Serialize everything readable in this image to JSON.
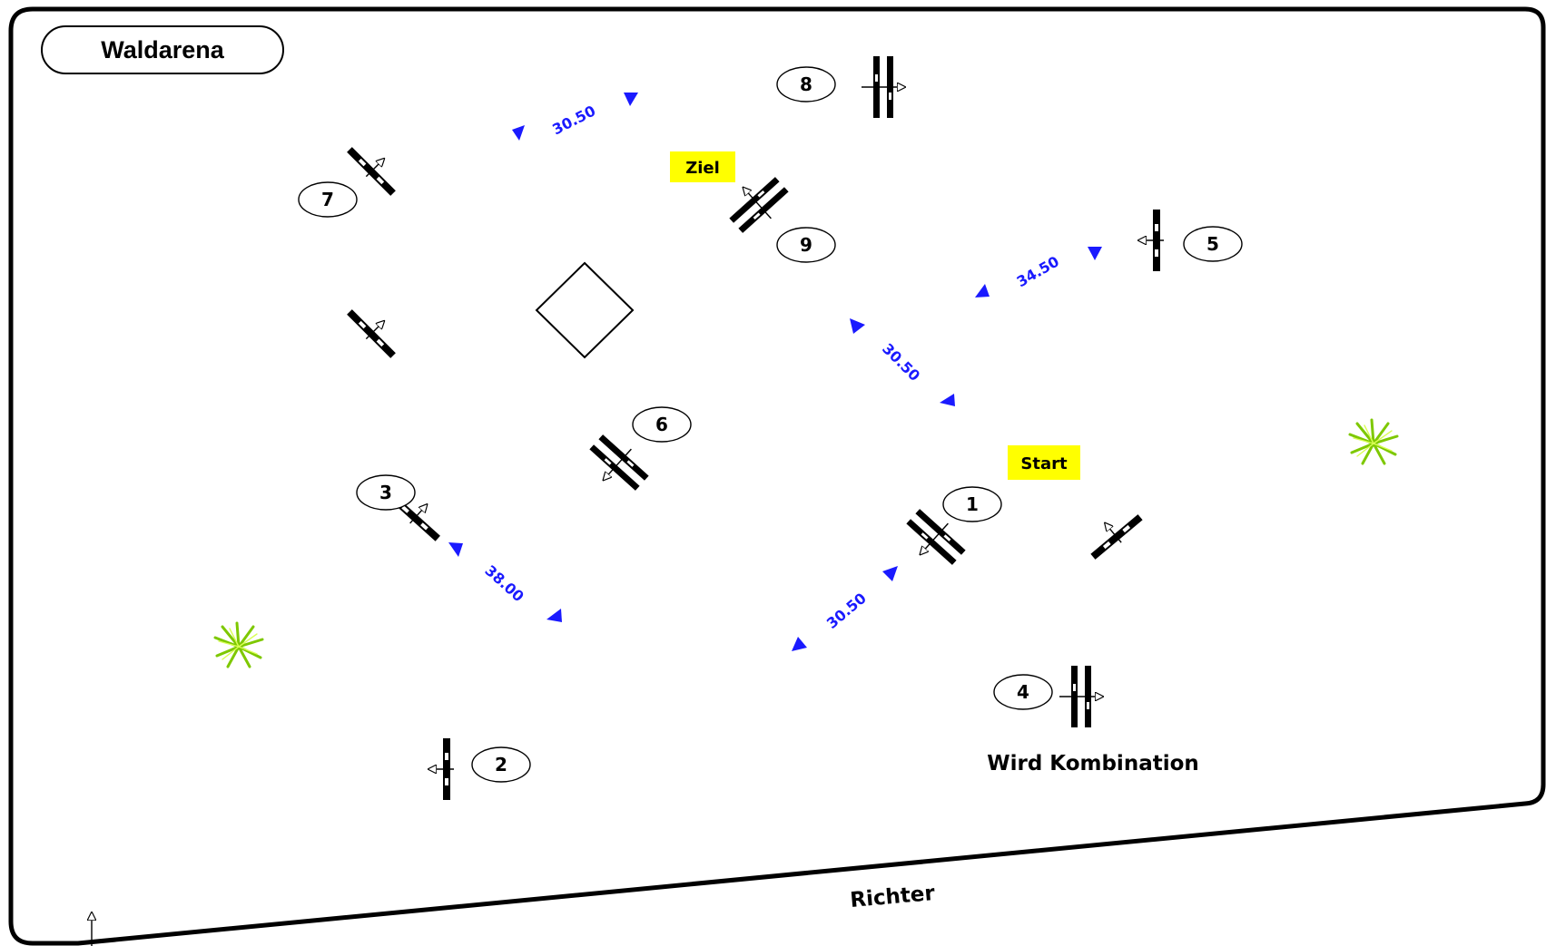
{
  "arena": {
    "name": "Waldarena"
  },
  "labels": {
    "start": "Start",
    "finish": "Ziel",
    "judge": "Richter",
    "note": "Wird Kombination"
  },
  "obstacles": [
    {
      "number": "1",
      "type": "oxer"
    },
    {
      "number": "2",
      "type": "vertical"
    },
    {
      "number": "3",
      "type": "vertical"
    },
    {
      "number": "4",
      "type": "oxer"
    },
    {
      "number": "5",
      "type": "vertical"
    },
    {
      "number": "6",
      "type": "oxer"
    },
    {
      "number": "7",
      "type": "vertical"
    },
    {
      "number": "8",
      "type": "oxer"
    },
    {
      "number": "9",
      "type": "oxer"
    }
  ],
  "distances": [
    "30.50",
    "34.50",
    "30.50",
    "38.00",
    "30.50"
  ],
  "colors": {
    "distance": "#1a1aff",
    "label_bg": "#ffff00",
    "bush": "#7ec800"
  },
  "icons": [
    "bush-icon",
    "north-arrow-icon",
    "diamond-shape"
  ]
}
